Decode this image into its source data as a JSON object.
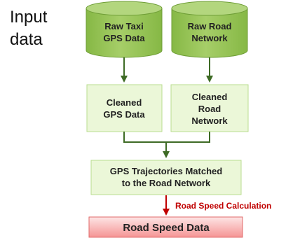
{
  "input_label": {
    "line1": "Input",
    "line2": "data"
  },
  "nodes": {
    "raw_taxi": {
      "line1": "Raw Taxi",
      "line2": "GPS Data"
    },
    "raw_road": {
      "line1": "Raw Road",
      "line2": "Network"
    },
    "cleaned_gps": {
      "line1": "Cleaned",
      "line2": "GPS Data"
    },
    "cleaned_road": {
      "line1": "Cleaned",
      "line2": "Road",
      "line3": "Network"
    },
    "matched": {
      "line1": "GPS Trajectories Matched",
      "line2": "to the Road Network"
    },
    "output": {
      "label": "Road Speed Data"
    }
  },
  "edge_labels": {
    "calculation": "Road Speed Calculation"
  },
  "colors": {
    "db_fill": "#92c150",
    "db_top": "#b3d67e",
    "db_stroke": "#6e9d36",
    "box_fill": "#ebf7d8",
    "box_stroke": "#b9dc8f",
    "arrow_green": "#3e6b25",
    "arrow_red": "#c00000",
    "output_fill_top": "#fde0e0",
    "output_fill_bottom": "#f79a9a",
    "output_stroke": "#e06a6a"
  }
}
